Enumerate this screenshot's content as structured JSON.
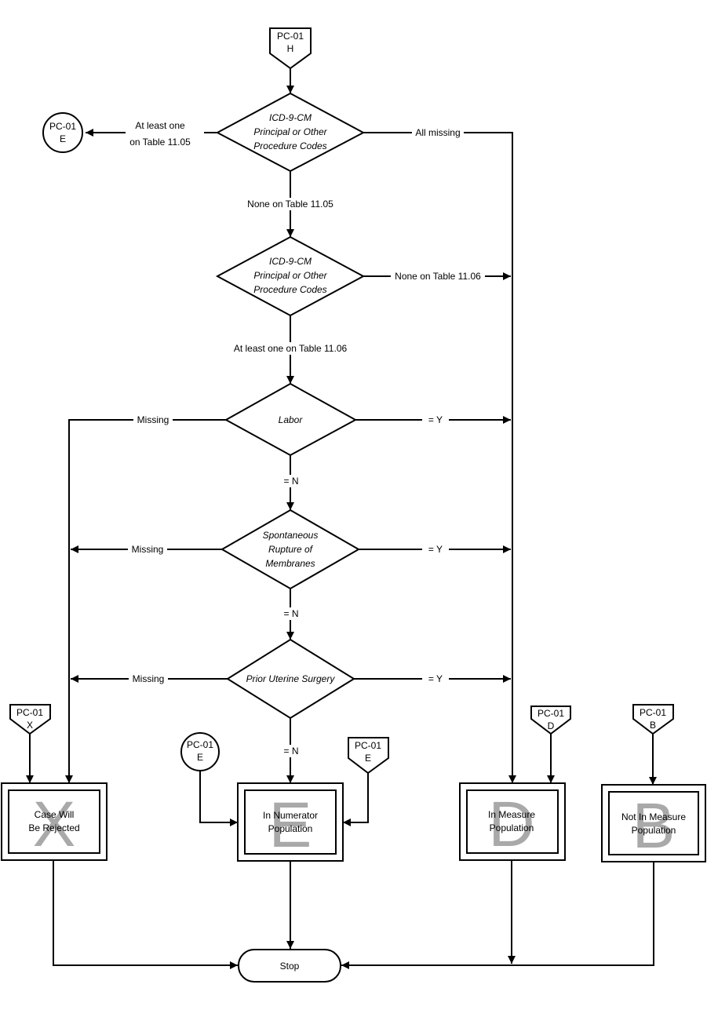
{
  "connectors": {
    "top": {
      "line1": "PC-01",
      "line2": "H"
    },
    "e_left": {
      "line1": "PC-01",
      "line2": "E"
    },
    "x": {
      "line1": "PC-01",
      "line2": "X"
    },
    "e_circle": {
      "line1": "PC-01",
      "line2": "E"
    },
    "e_pent": {
      "line1": "PC-01",
      "line2": "E"
    },
    "d": {
      "line1": "PC-01",
      "line2": "D"
    },
    "b": {
      "line1": "PC-01",
      "line2": "B"
    }
  },
  "decisions": {
    "d1": {
      "lines": [
        "ICD-9-CM",
        "Principal or Other",
        "Procedure Codes"
      ]
    },
    "d2": {
      "lines": [
        "ICD-9-CM",
        "Principal or Other",
        "Procedure Codes"
      ]
    },
    "d3": {
      "lines": [
        "Labor"
      ]
    },
    "d4": {
      "lines": [
        "Spontaneous",
        "Rupture of",
        "Membranes"
      ]
    },
    "d5": {
      "lines": [
        "Prior Uterine Surgery"
      ]
    }
  },
  "edge_labels": {
    "d1_left": {
      "line1": "At least one",
      "line2": "on Table 11.05"
    },
    "d1_right": "All missing",
    "d1_down": "None on Table 11.05",
    "d2_right": "None on Table 11.06",
    "d2_down": "At least one on Table 11.06",
    "d3_left": "Missing",
    "d3_right": "= Y",
    "d3_down": "= N",
    "d4_left": "Missing",
    "d4_right": "= Y",
    "d4_down": "= N",
    "d5_left": "Missing",
    "d5_right": "= Y",
    "d5_down": "= N"
  },
  "outcomes": {
    "x": {
      "letter": "X",
      "line1": "Case Will",
      "line2": "Be Rejected"
    },
    "e": {
      "letter": "E",
      "line1": "In Numerator",
      "line2": "Population"
    },
    "d": {
      "letter": "D",
      "line1": "In Measure",
      "line2": "Population"
    },
    "b": {
      "letter": "B",
      "line1": "Not In Measure",
      "line2": "Population"
    }
  },
  "terminal": {
    "stop": "Stop"
  }
}
